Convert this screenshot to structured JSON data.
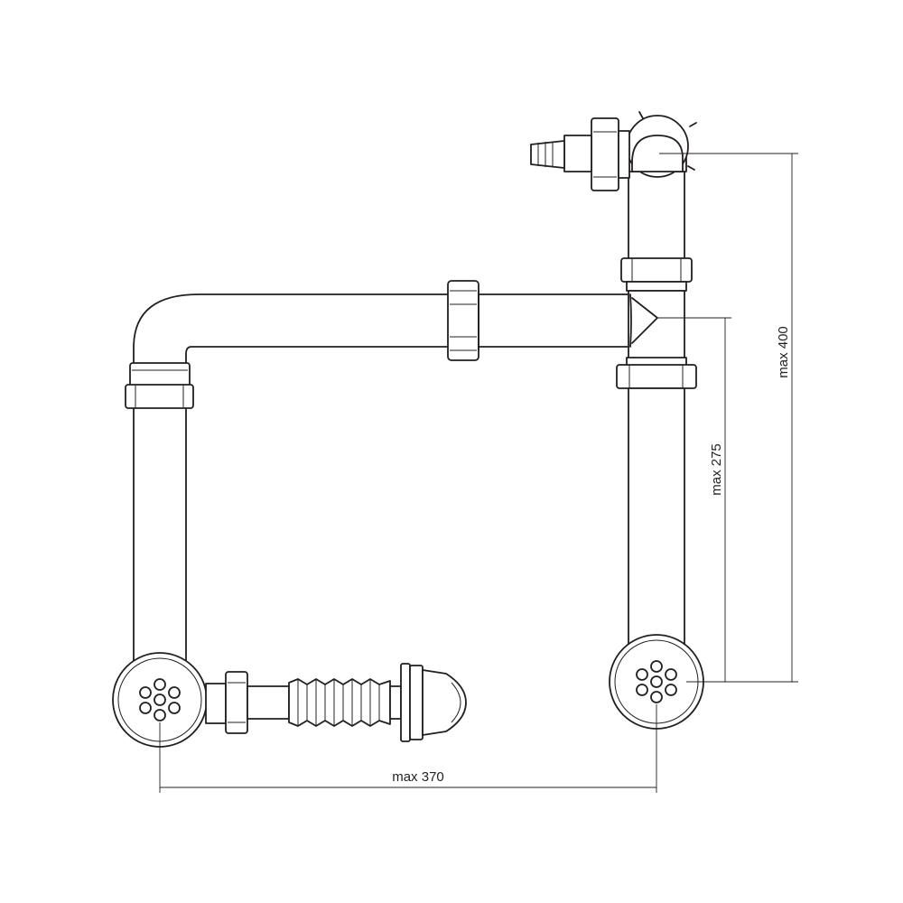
{
  "drawing": {
    "stroke_color": "#231f20",
    "background_color": "#ffffff",
    "dimensions": {
      "width": "max 370",
      "height_total": "max 400",
      "height_outlet": "max 275"
    }
  }
}
